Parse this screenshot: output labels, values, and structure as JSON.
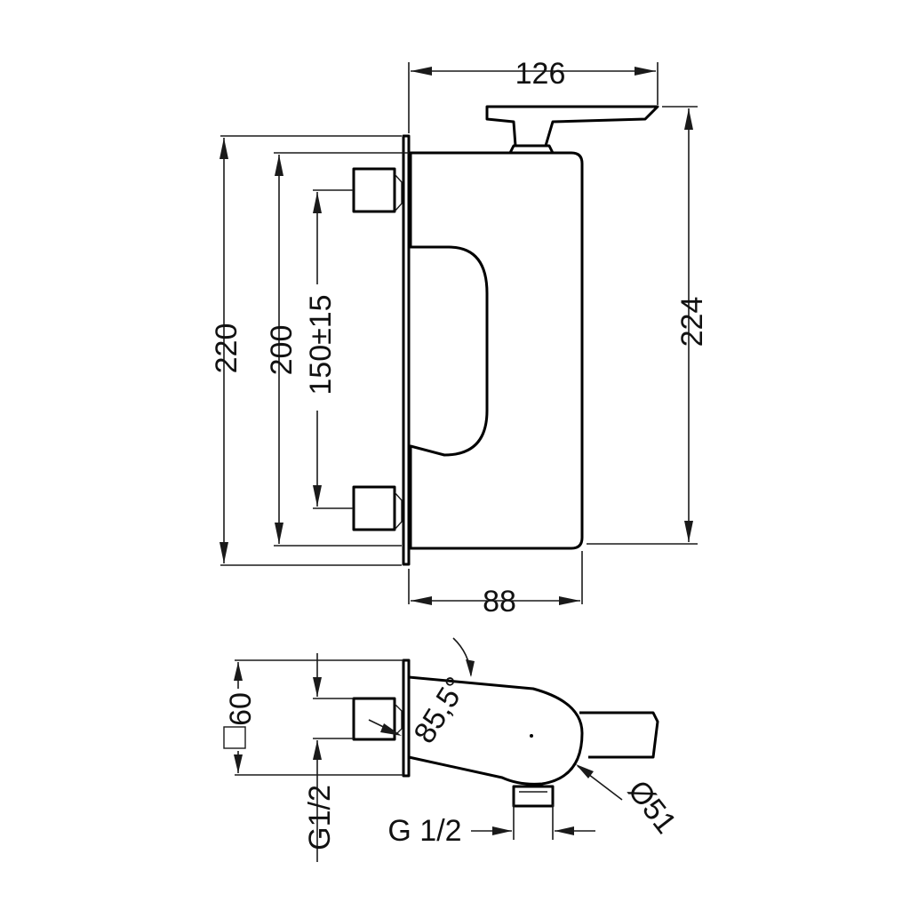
{
  "front_view": {
    "dim_width_top": "126",
    "dim_width_bottom": "88",
    "dim_height_plate": "220",
    "dim_height_body": "200",
    "dim_inlet_spacing": "150±15",
    "dim_height_total": "224"
  },
  "side_view": {
    "dim_square": "60",
    "dim_inlet_thread": "G1/2",
    "dim_outlet_thread": "G 1/2",
    "dim_angle": "85,5°",
    "dim_diameter": "Ø51"
  }
}
